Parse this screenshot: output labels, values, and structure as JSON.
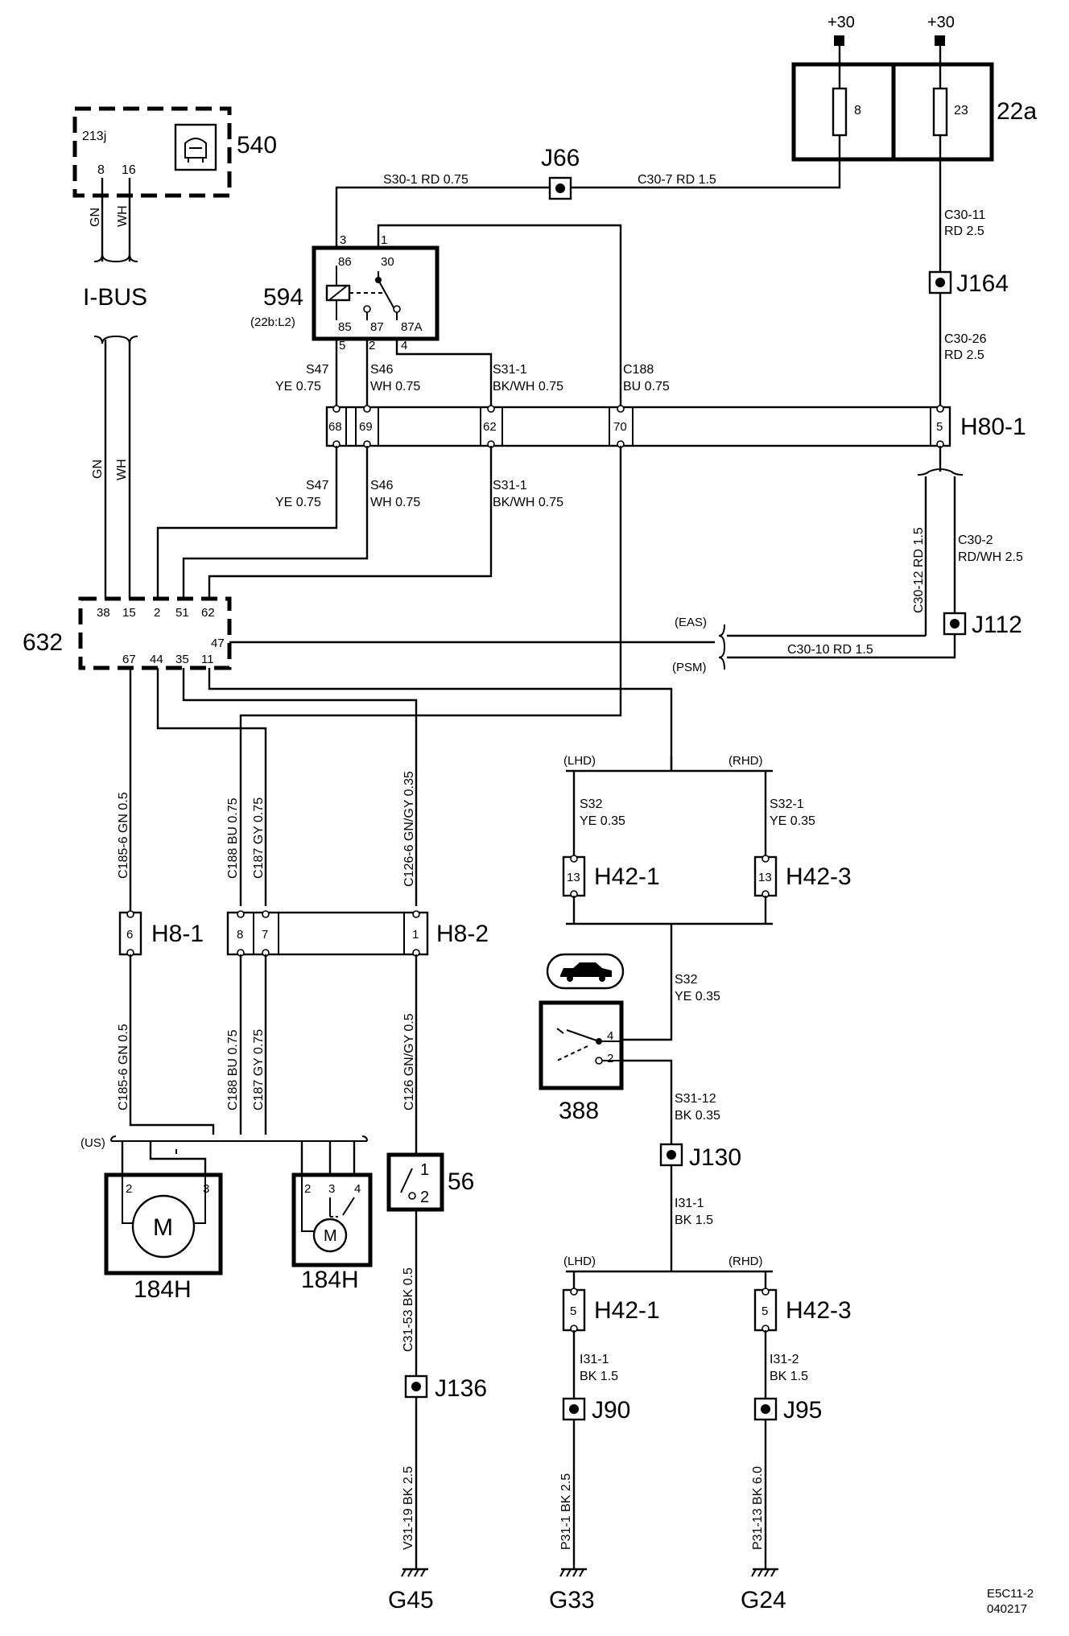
{
  "supply": {
    "left": "+30",
    "right": "+30"
  },
  "fusebox": {
    "id": "22a",
    "fuse_a": "8",
    "fuse_b": "23"
  },
  "component_540": {
    "id": "540",
    "inner": "213j",
    "pin_a": "8",
    "pin_b": "16"
  },
  "ibus": {
    "label": "I-BUS",
    "wire_gn": "GN",
    "wire_wh": "WH"
  },
  "relay_594": {
    "id": "594",
    "sub": "(22b:L2)",
    "pin3": "3",
    "pin1": "1",
    "pin86": "86",
    "pin30": "30",
    "pin85": "85",
    "pin87": "87",
    "pin87a": "87A",
    "pin5": "5",
    "pin2": "2",
    "pin4": "4"
  },
  "junctions": {
    "j66": "J66",
    "j164": "J164",
    "j112": "J112",
    "j130": "J130",
    "j136": "J136",
    "j90": "J90",
    "j95": "J95"
  },
  "wires": {
    "s30_1": "S30-1  RD  0.75",
    "c30_7": "C30-7  RD  1.5",
    "c30_11_a": "C30-11",
    "c30_11_b": "RD  2.5",
    "c30_26_a": "C30-26",
    "c30_26_b": "RD  2.5",
    "s47_a": "S47",
    "s47_b": "YE  0.75",
    "s46_a": "S46",
    "s46_b": "WH  0.75",
    "s31_1_a": "S31-1",
    "s31_1_b": "BK/WH  0.75",
    "c188_a": "C188",
    "c188_b": "BU  0.75",
    "c30_12": "C30-12  RD  1.5",
    "c30_2_a": "C30-2",
    "c30_2_b": "RD/WH  2.5",
    "c30_10": "C30-10  RD    1.5",
    "eas": "(EAS)",
    "psm": "(PSM)",
    "c185_6": "C185-6  GN  0.5",
    "c188_bu": "C188  BU  0.75",
    "c187_gy": "C187  GY  0.75",
    "c126_6": "C126-6  GN/GY  0.35",
    "c126": "C126  GN/GY  0.5",
    "s32_a": "S32",
    "s32_b": "YE  0.35",
    "s32_1_a": "S32-1",
    "s32_1_b": "YE  0.35",
    "s32_mid_a": "S32",
    "s32_mid_b": "YE  0.35",
    "s31_12_a": "S31-12",
    "s31_12_b": "BK  0.35",
    "i31_1_a": "I31-1",
    "i31_1_b": "BK  1.5",
    "i31_1l_a": "I31-1",
    "i31_1l_b": "BK  1.5",
    "i31_2_a": "I31-2",
    "i31_2_b": "BK  1.5",
    "c31_53": "C31-53  BK    0.5",
    "v31_19": "V31-19  BK    2.5",
    "p31_1": "P31-1  BK    2.5",
    "p31_13": "P31-13  BK  6.0"
  },
  "connectors": {
    "h80_1": "H80-1",
    "h80_p68": "68",
    "h80_p69": "69",
    "h80_p62": "62",
    "h80_p70": "70",
    "h80_p5": "5",
    "h8_1": "H8-1",
    "h8_1_p6": "6",
    "h8_2": "H8-2",
    "h8_2_p8": "8",
    "h8_2_p7": "7",
    "h8_2_p1": "1",
    "h42_1_top": "H42-1",
    "h42_3_top": "H42-3",
    "h42_top_pin": "13",
    "h42_1_bot": "H42-1",
    "h42_3_bot": "H42-3",
    "h42_bot_pin": "5",
    "lhd_top": "(LHD)",
    "rhd_top": "(RHD)",
    "lhd_bot": "(LHD)",
    "rhd_bot": "(RHD)"
  },
  "module_632": {
    "id": "632",
    "p38": "38",
    "p15": "15",
    "p2": "2",
    "p51": "51",
    "p62": "62",
    "p47": "47",
    "p67": "67",
    "p44": "44",
    "p35": "35",
    "p11": "11"
  },
  "switch_388": {
    "id": "388",
    "p4": "4",
    "p2": "2"
  },
  "switch_56": {
    "id": "56",
    "p1": "1",
    "p2": "2"
  },
  "motor_left": {
    "id": "184H",
    "p2": "2",
    "p3": "3",
    "m": "M",
    "us": "(US)"
  },
  "motor_right": {
    "id": "184H",
    "p2": "2",
    "p3": "3",
    "p4": "4",
    "m": "M"
  },
  "grounds": {
    "g45": "G45",
    "g33": "G33",
    "g24": "G24"
  },
  "footer": {
    "code": "E5C11-2",
    "date": "040217"
  }
}
